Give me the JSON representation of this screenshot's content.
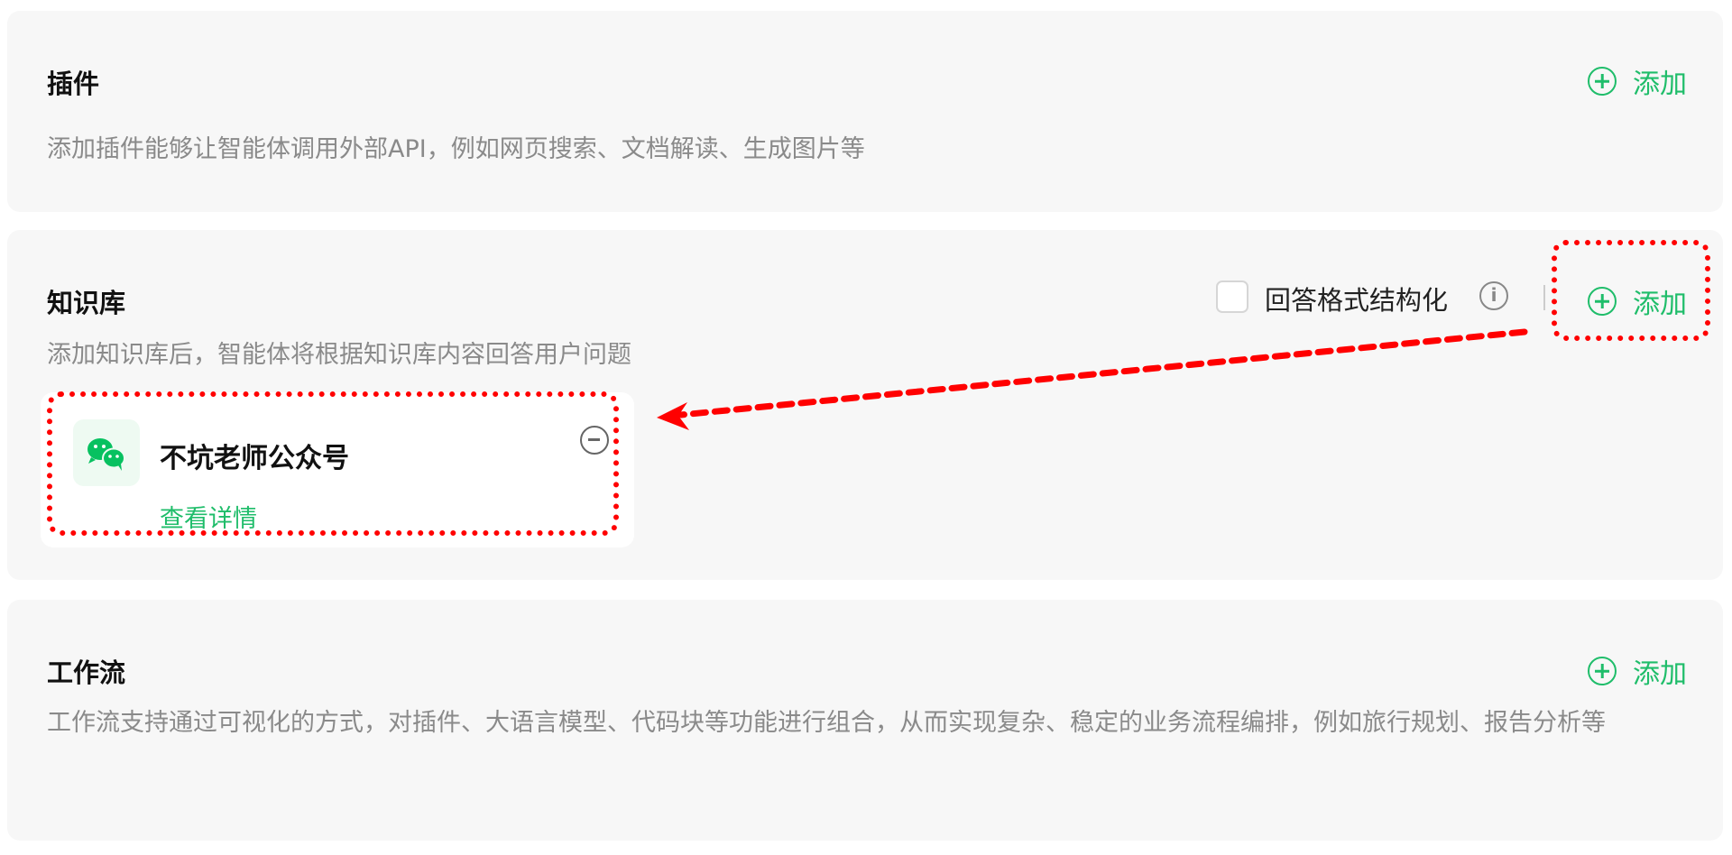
{
  "plugins": {
    "title": "插件",
    "description": "添加插件能够让智能体调用外部API，例如网页搜索、文档解读、生成图片等",
    "add_label": "添加"
  },
  "knowledge": {
    "title": "知识库",
    "description": "添加知识库后，智能体将根据知识库内容回答用户问题",
    "structured_label": "回答格式结构化",
    "structured_checked": false,
    "info_glyph": "i",
    "add_label": "添加",
    "items": [
      {
        "name": "不坑老师公众号",
        "link": "查看详情",
        "icon": "wechat-icon"
      }
    ]
  },
  "workflow": {
    "title": "工作流",
    "description": "工作流支持通过可视化的方式，对插件、大语言模型、代码块等功能进行组合，从而实现复杂、稳定的业务流程编排，例如旅行规划、报告分析等",
    "add_label": "添加"
  },
  "colors": {
    "accent": "#1fbd6a",
    "annotation": "#ff0000"
  }
}
